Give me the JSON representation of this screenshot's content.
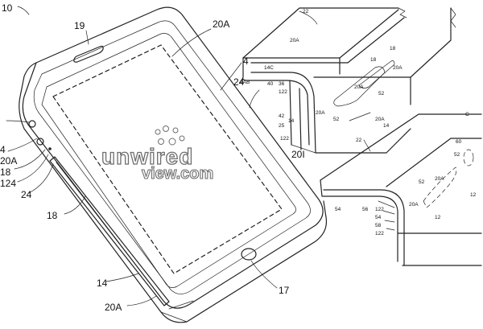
{
  "figure": {
    "main_labels": {
      "ref_10": "10",
      "ref_19": "19",
      "ref_20a_top": "20A",
      "ref_24_top": "24",
      "ref_4": "4",
      "ref_4b": "4",
      "ref_20a_left": "20A",
      "ref_18_left": "18",
      "ref_124": "124",
      "ref_24_left": "24",
      "ref_18_side": "18",
      "ref_14": "14",
      "ref_20a_bottom": "20A",
      "ref_17": "17"
    },
    "detail_top_labels": {
      "ref_22": "22",
      "ref_20a_a": "20A",
      "ref_14c": "14C",
      "ref_18_a": "18",
      "ref_18_b": "18",
      "ref_20a_b": "20A",
      "ref_20a_c": "20A",
      "ref_52_a": "52",
      "ref_4ab": "4AB",
      "ref_40": "40",
      "ref_36": "36",
      "ref_122_a": "122",
      "ref_20a_d": "20A",
      "ref_52_b": "52",
      "ref_42": "42",
      "ref_14_d": "14",
      "ref_25": "25",
      "ref_122_b": "122",
      "ref_20i": "20I"
    },
    "detail_bottom_labels": {
      "ref_20a_top": "20A",
      "ref_14_b": "14",
      "ref_22_b": "22",
      "ref_c": "C",
      "ref_60": "60",
      "ref_52_c": "52",
      "ref_52_d": "52",
      "ref_20a_e": "20A",
      "ref_20a_f": "20A",
      "ref_54": "54",
      "ref_56": "56",
      "ref_122_c": "122",
      "ref_54_b": "54",
      "ref_12_a": "12",
      "ref_58": "58",
      "ref_122_d": "122",
      "ref_12_b": "12"
    },
    "watermark": {
      "line1": "unwired",
      "line2": "view.com"
    }
  }
}
